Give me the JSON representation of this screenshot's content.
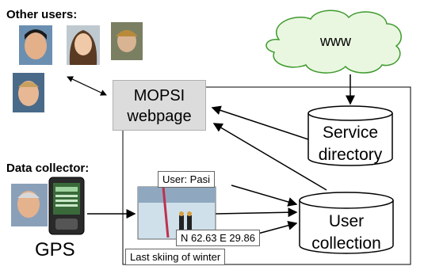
{
  "labels": {
    "other_users": "Other users:",
    "data_collector": "Data collector:",
    "gps": "GPS",
    "www": "www"
  },
  "mopsi": {
    "line1": "MOPSI",
    "line2": "webpage"
  },
  "service_directory": {
    "line1": "Service",
    "line2": "directory"
  },
  "user_collection": {
    "line1": "User",
    "line2": "collection"
  },
  "callouts": {
    "user": "User: Pasi",
    "coords": "N 62.63 E 29.86",
    "caption": "Last skiing of winter"
  },
  "colors": {
    "cloud_fill": "#e9f7e0",
    "cloud_stroke": "#3f9a2e",
    "box_fill": "#dcdcdc",
    "photo_snow": "#cfe0ea",
    "photo_sky": "#8fa8c0"
  }
}
